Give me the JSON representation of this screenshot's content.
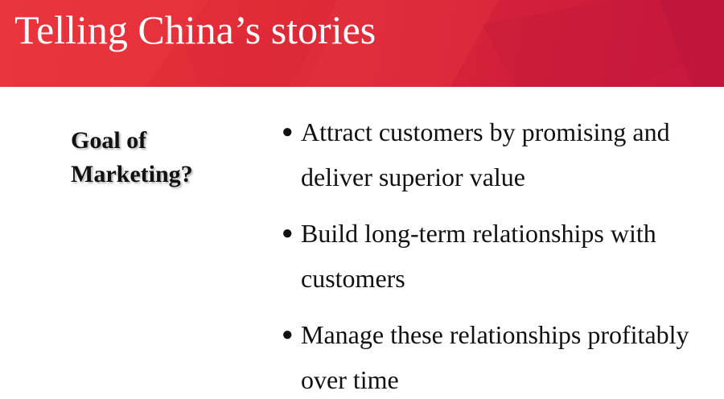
{
  "slide": {
    "title": "Telling China’s stories",
    "header_colors": {
      "start": "#e8323c",
      "end": "#c8163f"
    },
    "goal_label": "Goal of Marketing?",
    "bullet_glyph": "●",
    "bullets": [
      {
        "text": "Attract customers by promising and deliver superior value"
      },
      {
        "text": "Build long-term relationships with customers"
      },
      {
        "text": "Manage these relationships profitably over time"
      }
    ]
  }
}
